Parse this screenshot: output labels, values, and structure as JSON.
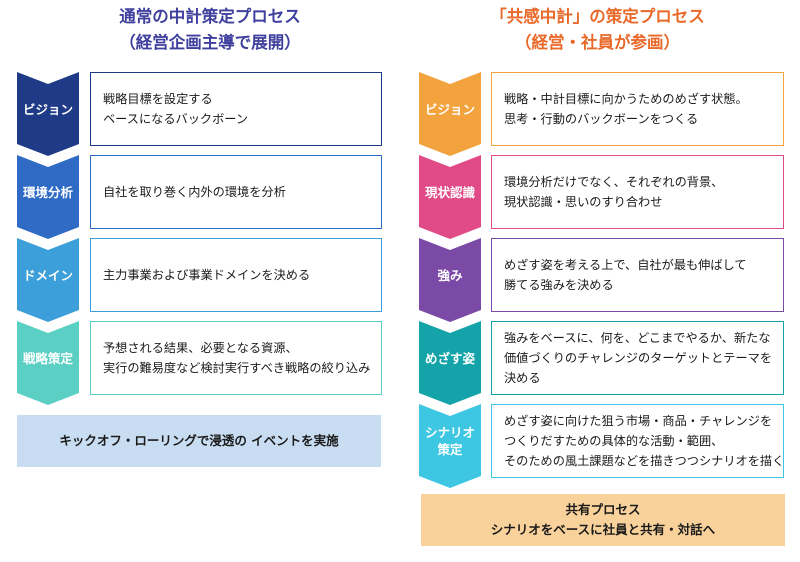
{
  "left": {
    "title_lines": [
      "通常の中計策定プロセス",
      "（経営企画主導で展開）"
    ],
    "title_color": "#3f3f9d",
    "steps": [
      {
        "label": [
          "ビジョン"
        ],
        "color": "#1f3a86",
        "lines": [
          "戦略目標を設定する",
          "ベースになるバックボーン"
        ]
      },
      {
        "label": [
          "環境分析"
        ],
        "color": "#2f6bc5",
        "lines": [
          "自社を取り巻く内外の環境を分析"
        ]
      },
      {
        "label": [
          "ドメイン"
        ],
        "color": "#3d9fd9",
        "lines": [
          "主力事業および事業ドメインを決める"
        ]
      },
      {
        "label": [
          "戦略策定"
        ],
        "color": "#5ccfc5",
        "lines": [
          "予想される結果、必要となる資源、",
          "実行の難易度など検討実行すべき戦略の絞り込み"
        ]
      }
    ],
    "banner": {
      "lines": [
        "キックオフ・ローリングで浸透の イベントを実施"
      ],
      "color": "#c9ddf2"
    }
  },
  "right": {
    "title_lines": [
      "「共感中計」の策定プロセス",
      "（経営・社員が参画）"
    ],
    "title_color": "#e8692a",
    "steps": [
      {
        "label": [
          "ビジョン"
        ],
        "color": "#f3a33e",
        "lines": [
          "戦略・中計目標に向かうためのめざす状態。",
          "思考・行動のバックボーンをつくる"
        ]
      },
      {
        "label": [
          "現状認識"
        ],
        "color": "#e04a86",
        "lines": [
          "環境分析だけでなく、それぞれの背景、",
          "現状認識・思いのすり合わせ"
        ]
      },
      {
        "label": [
          "強み"
        ],
        "color": "#7b4aa6",
        "lines": [
          "めざす姿を考える上で、自社が最も伸ばして",
          "勝てる強みを決める"
        ]
      },
      {
        "label": [
          "めざす姿"
        ],
        "color": "#14a3a8",
        "lines": [
          "強みをベースに、何を、どこまでやるか、新たな",
          "価値づくりのチャレンジのターゲットとテーマを",
          "決める"
        ]
      },
      {
        "label": [
          "シナリオ",
          "策定"
        ],
        "color": "#3ec7e3",
        "lines": [
          "めざす姿に向けた狙う市場・商品・チャレンジを",
          "つくりだすための具体的な活動・範囲、",
          "そのための風土課題などを描きつつシナリオを描く"
        ]
      }
    ],
    "banner": {
      "lines": [
        "共有プロセス",
        "シナリオをベースに社員と共有・対話へ"
      ],
      "color": "#f9d29b"
    }
  }
}
